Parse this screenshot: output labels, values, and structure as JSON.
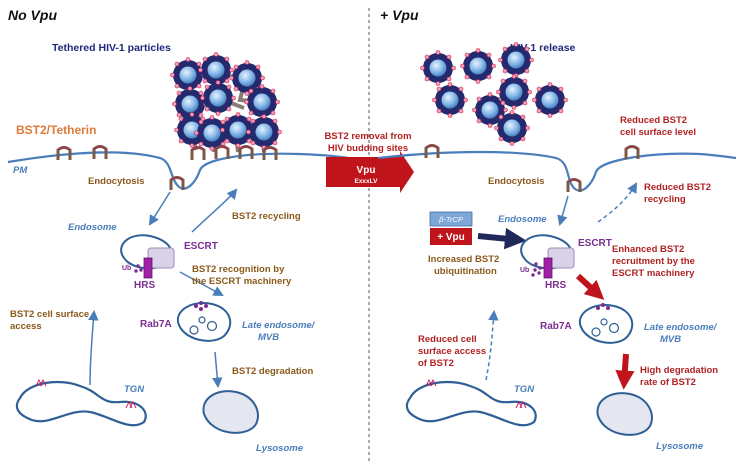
{
  "panels": {
    "left": {
      "heading": "No Vpu",
      "tethered_label": "Tethered HIV-1 particles",
      "tetherin_label": "BST2/Tetherin",
      "pm_label": "PM",
      "endocytosis_label": "Endocytosis",
      "endosome_label": "Endosome",
      "recycling_label": "BST2 recycling",
      "escrt_label": "ESCRT",
      "ub_label": "Ub",
      "hrs_label": "HRS",
      "recognition_line1": "BST2 recognition by",
      "recognition_line2": "the ESCRT machinery",
      "surface_access_line1": "BST2 cell surface",
      "surface_access_line2": "access",
      "rab7a_label": "Rab7A",
      "late_endosome_line1": "Late endosome/",
      "late_endosome_line2": "MVB",
      "degradation_label": "BST2 degradation",
      "tgn_label": "TGN",
      "lysosome_label": "Lysosome"
    },
    "right": {
      "heading": "+ Vpu",
      "release_label": "HIV-1 release",
      "reduced_surface_line1": "Reduced BST2",
      "reduced_surface_line2": "cell surface level",
      "endocytosis_label": "Endocytosis",
      "reduced_recycling_line1": "Reduced BST2",
      "reduced_recycling_line2": "recycling",
      "btrcp_label": "β-TrCP",
      "vpu_label": "+ Vpu",
      "endosome_label": "Endosome",
      "escrt_label": "ESCRT",
      "ub_label": "Ub",
      "hrs_label": "HRS",
      "ubiquitination_line1": "Increased BST2",
      "ubiquitination_line2": "ubiquitination",
      "recruitment_line1": "Enhanced BST2",
      "recruitment_line2": "recruitment by the",
      "recruitment_line3": "ESCRT machinery",
      "reduced_access_line1": "Reduced cell",
      "reduced_access_line2": "surface access",
      "reduced_access_line3": "of BST2",
      "rab7a_label": "Rab7A",
      "late_endosome_line1": "Late endosome/",
      "late_endosome_line2": "MVB",
      "degradation_line1": "High degradation",
      "degradation_line2": "rate of BST2",
      "tgn_label": "TGN",
      "lysosome_label": "Lysosome"
    },
    "center": {
      "removal_line1": "BST2 removal from",
      "removal_line2": "HIV budding sites",
      "vpu_box_label": "Vpu",
      "motif_label": "ExxxLV"
    }
  },
  "colors": {
    "navy": "#1f2a7a",
    "steel_blue": "#4a7ebb",
    "brown": "#8b5a1b",
    "orange": "#e07b39",
    "dark_red": "#b22222",
    "purple": "#7b2d91",
    "virion_core": "#5b9bd5"
  }
}
